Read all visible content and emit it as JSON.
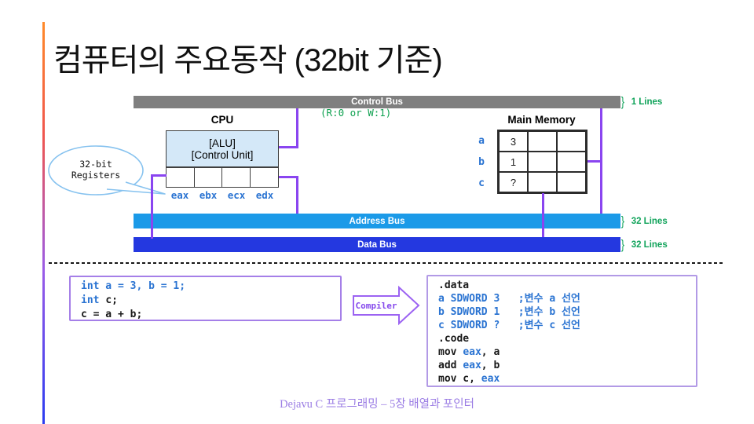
{
  "colors": {
    "control_bus": "#7f7f7f",
    "address_bus": "#1b9ae8",
    "data_bus": "#2438e0",
    "wire_purple": "#8a45f0",
    "code_blue": "#2b74d2",
    "lines_green": "#0ca04e",
    "box_border_purple": "#a57fe8",
    "footer_purple": "#9b7de4",
    "cpu_fill": "#d4e8f8"
  },
  "slide": {
    "title": "컴퓨터의 주요동작 (32bit 기준)",
    "footer": "Dejavu C 프로그래밍 – 5장 배열과 포인터"
  },
  "diagram": {
    "control_bus": {
      "label": "Control Bus",
      "bracket": "}",
      "lines_label": "1 Lines"
    },
    "address_bus": {
      "label": "Address Bus",
      "bracket": "}",
      "lines_label": "32 Lines"
    },
    "data_bus": {
      "label": "Data Bus",
      "bracket": "}",
      "lines_label": "32 Lines"
    },
    "rw_note": "(R:0 or W:1)",
    "cpu": {
      "title": "CPU",
      "alu": "[ALU]",
      "control_unit": "[Control Unit]",
      "registers": [
        "eax",
        "ebx",
        "ecx",
        "edx"
      ],
      "callout": {
        "line1": "32-bit",
        "line2": "Registers"
      }
    },
    "memory": {
      "title": "Main Memory",
      "rows": [
        {
          "label": "a",
          "value": "3"
        },
        {
          "label": "b",
          "value": "1"
        },
        {
          "label": "c",
          "value": "?"
        }
      ]
    }
  },
  "c_code": {
    "lines": [
      [
        [
          "int a = 3, b = 1;",
          "b"
        ]
      ],
      [
        [
          "int ",
          "b"
        ],
        [
          "c;",
          "k"
        ]
      ],
      [
        [
          "c = a + b;",
          "k"
        ]
      ]
    ]
  },
  "compiler_label": "Compiler",
  "asm_code": {
    "lines": [
      [
        [
          ".data",
          "k"
        ]
      ],
      [
        [
          "a SDWORD 3   ;변수 a 선언",
          "b"
        ]
      ],
      [
        [
          "b SDWORD 1   ;변수 b 선언",
          "b"
        ]
      ],
      [
        [
          "c SDWORD ?   ;변수 c 선언",
          "b"
        ]
      ],
      [
        [
          ".code",
          "k"
        ]
      ],
      [
        [
          "mov ",
          "k"
        ],
        [
          "eax",
          "b"
        ],
        [
          ", a",
          "k"
        ]
      ],
      [
        [
          "add ",
          "k"
        ],
        [
          "eax",
          "b"
        ],
        [
          ", b",
          "k"
        ]
      ],
      [
        [
          "mov c, ",
          "k"
        ],
        [
          "eax",
          "b"
        ]
      ]
    ]
  }
}
